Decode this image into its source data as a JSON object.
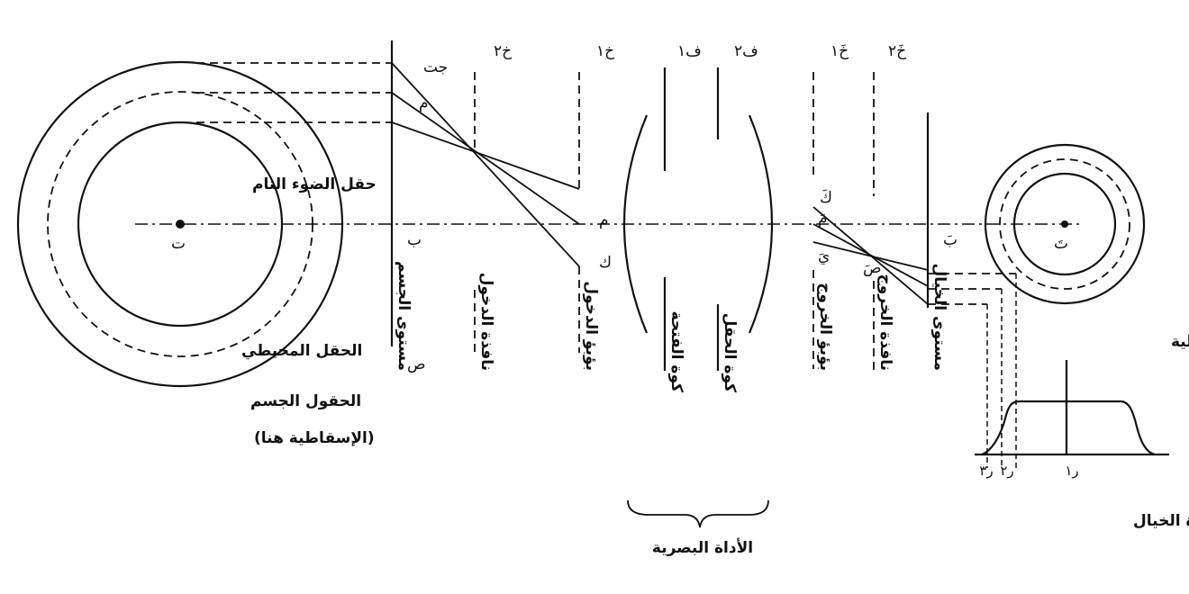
{
  "object_fields": {
    "full_light_field": "حقل الضوء التام",
    "peripheral_field": "الحقل المحيطي",
    "caption_line1": "الحقول الجسم",
    "caption_line2": "(الإسقاطية هنا)",
    "center": "ت"
  },
  "markers": {
    "entry_window_1": "خ٢",
    "entry_pupil_1": "خ١",
    "aperture_stop": "ف١",
    "field_stop": "ف٢",
    "exit_pupil_1": "خَ١",
    "exit_window_1": "خَ٢",
    "ray_top": "جت",
    "ray_mid": "م",
    "axis_b": "ب",
    "object_bottom": "ص",
    "entry_m": "م",
    "entry_k": "ك",
    "exit_k": "كَ",
    "exit_m": "مَ",
    "exit_y": "يَ",
    "exit_s": "صَ",
    "image_b": "بَ",
    "image_center": "تَ"
  },
  "planes": {
    "object_plane": "مستوى الجسم",
    "entry_window": "نافذة الدخول",
    "entry_pupil": "بؤبؤ الدخول",
    "aperture_stop": "كوة الفتحة",
    "field_stop": "كوة الحقل",
    "exit_pupil": "بؤبؤ الخروج",
    "exit_window": "نافذة الخروج",
    "image_plane": "مستوى الخيال"
  },
  "optical_instrument": "الأداة البصرية",
  "image_fields": {
    "title": "الحقول الخيالية",
    "curve_label": "منحني إنارة الخيال",
    "tick_1": "ر١",
    "tick_2": "ر٢",
    "tick_3": "ر٣"
  }
}
